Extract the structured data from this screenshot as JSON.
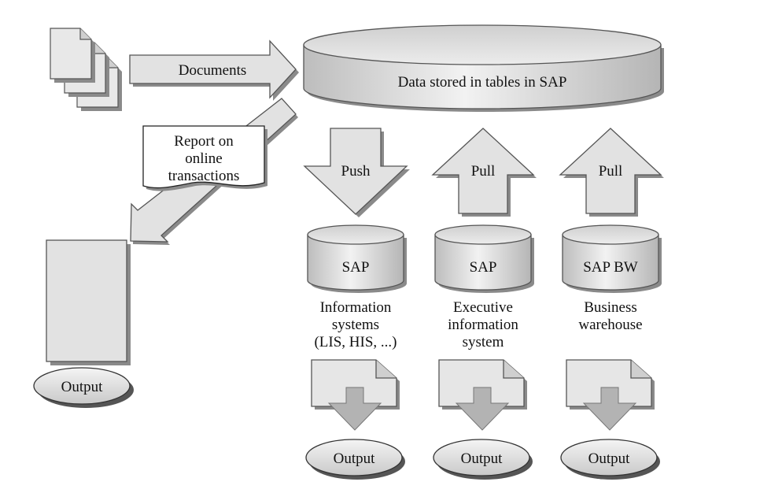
{
  "heading": "",
  "documents_label": "Documents",
  "database_label": "Data stored in tables in SAP",
  "report_label": {
    "line1": "Report on",
    "line2": "online",
    "line3": "transactions"
  },
  "left_output_label": "Output",
  "columns": [
    {
      "arrow_label": "Push",
      "arrow_direction": "down",
      "cylinder_label": "SAP",
      "description": [
        "Information",
        "systems",
        "(LIS, HIS, ...)"
      ],
      "output_label": "Output"
    },
    {
      "arrow_label": "Pull",
      "arrow_direction": "up",
      "cylinder_label": "SAP",
      "description": [
        "Executive",
        "information",
        "system"
      ],
      "output_label": "Output"
    },
    {
      "arrow_label": "Pull",
      "arrow_direction": "up",
      "cylinder_label": "SAP BW",
      "description": [
        "Business",
        "warehouse"
      ],
      "output_label": "Output"
    }
  ],
  "colors": {
    "shape_fill": "#e2e2e2",
    "shape_stroke": "#555555",
    "shadow": "#8a8a8a",
    "down_arrow_fill": "#b3b3b3",
    "text": "#111111"
  }
}
